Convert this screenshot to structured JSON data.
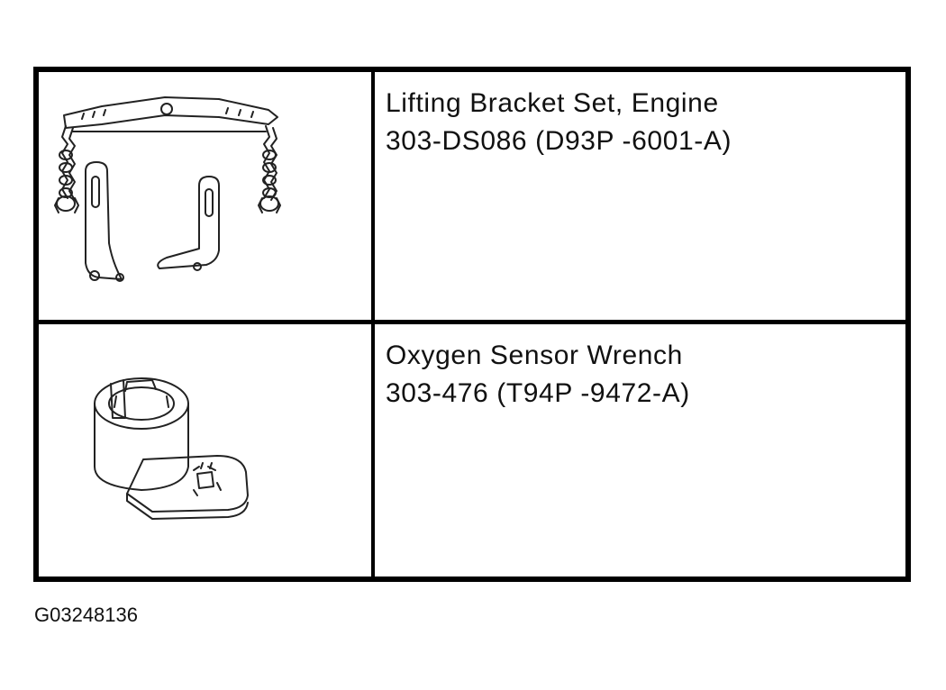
{
  "tools": [
    {
      "name": "Lifting Bracket Set, Engine",
      "number": "303-DS086 (D93P -6001-A)",
      "icon": "lifting-bracket-set-icon"
    },
    {
      "name": "Oxygen Sensor Wrench",
      "number": "303-476 (T94P -9472-A)",
      "icon": "oxygen-sensor-wrench-icon"
    }
  ],
  "figure_code": "G03248136",
  "colors": {
    "border": "#000000",
    "text": "#111111",
    "background": "#ffffff"
  }
}
